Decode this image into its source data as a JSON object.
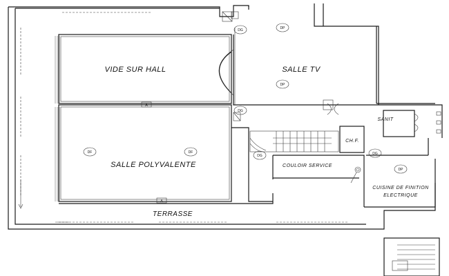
{
  "rooms": {
    "vide_sur_hall": "VIDE SUR HALL",
    "salle_tv": "SALLE TV",
    "salle_polyvalente": "SALLE POLYVALENTE",
    "terrasse": "TERRASSE",
    "chf": "CH.F.",
    "sanit": "SANIT",
    "couloir_service": "COULOIR SERVICE",
    "cuisine_line1": "CUISINE DE FINITION",
    "cuisine_line2": "ELECTRIQUE"
  },
  "symbols": {
    "df": "DF",
    "dg": "DG",
    "dp": "DP",
    "a": "A"
  },
  "icons": [
    "door-swing-icon",
    "fire-extinguisher-icon",
    "staircase-icon",
    "arrow-icon"
  ]
}
